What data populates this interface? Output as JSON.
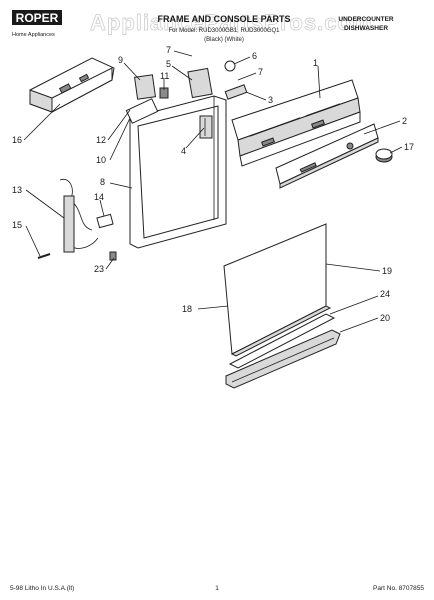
{
  "brand": {
    "name": "ROPER",
    "tagline": "Home Appliances"
  },
  "watermark": "AppliancePartsPros.com",
  "title": "FRAME AND CONSOLE PARTS",
  "subtitle_lines": [
    "For Model: RUD3000GB1, RUD3000GQ1",
    "(Black)   (White)"
  ],
  "product_lines": [
    "UNDERCOUNTER",
    "DISHWASHER"
  ],
  "callouts": [
    "1",
    "2",
    "3",
    "4",
    "5",
    "6",
    "7",
    "7",
    "8",
    "9",
    "10",
    "11",
    "12",
    "13",
    "14",
    "15",
    "16",
    "17",
    "18",
    "19",
    "20",
    "23",
    "24"
  ],
  "footer": {
    "left": "5-98 Litho In U.S.A.(lt)",
    "center": "1",
    "right": "Part No. 8707855"
  }
}
